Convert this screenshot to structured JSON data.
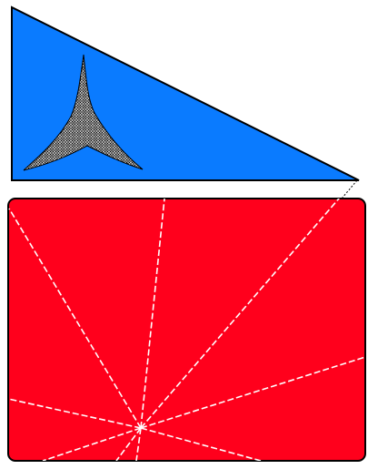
{
  "colors": {
    "background": "#ffffff",
    "triangle_fill": "#0a7bff",
    "panel_fill": "#ff001c",
    "outline": "#000000",
    "rays": "#ffffff",
    "star_fill": "#ffffff",
    "star_pattern": "#000000"
  },
  "shapes": {
    "triangle": {
      "kind": "right-triangle",
      "fill": "blue"
    },
    "star": {
      "kind": "three-pointed-star",
      "fill": "checkered-pattern"
    },
    "panel": {
      "kind": "rounded-rectangle",
      "fill": "red"
    },
    "rays": {
      "kind": "dashed-lines",
      "count": 9,
      "style": "dashed"
    }
  }
}
